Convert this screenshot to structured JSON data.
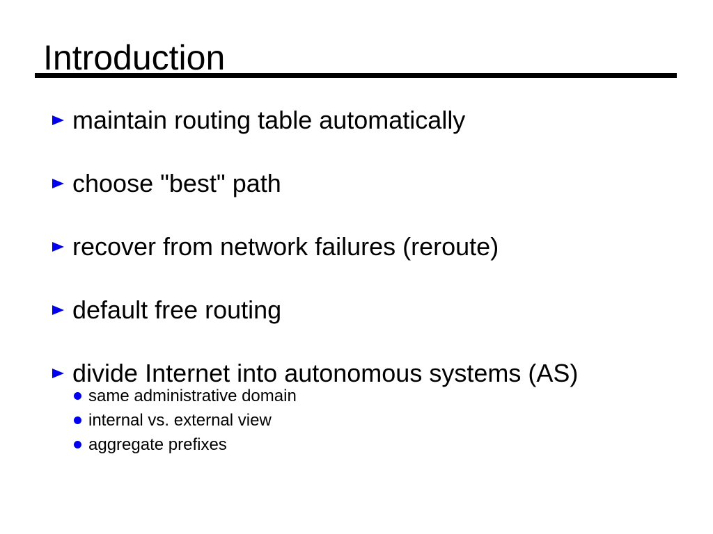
{
  "slide": {
    "title": "Introduction",
    "colors": {
      "background": "#ffffff",
      "text": "#000000",
      "rule": "#000000",
      "bullet_accent": "#0000ee"
    },
    "markers": {
      "level1_icon": "triangle-right-bullet",
      "level2_icon": "disc-bullet"
    },
    "bullets": [
      {
        "text": "maintain routing table automatically"
      },
      {
        "text": "choose \"best\" path"
      },
      {
        "text": "recover from network failures (reroute)"
      },
      {
        "text": "default free routing"
      },
      {
        "text": "divide Internet into autonomous systems (AS)",
        "subitems": [
          {
            "text": "same administrative domain"
          },
          {
            "text": "internal vs. external view"
          },
          {
            "text": "aggregate prefixes"
          }
        ]
      }
    ]
  }
}
